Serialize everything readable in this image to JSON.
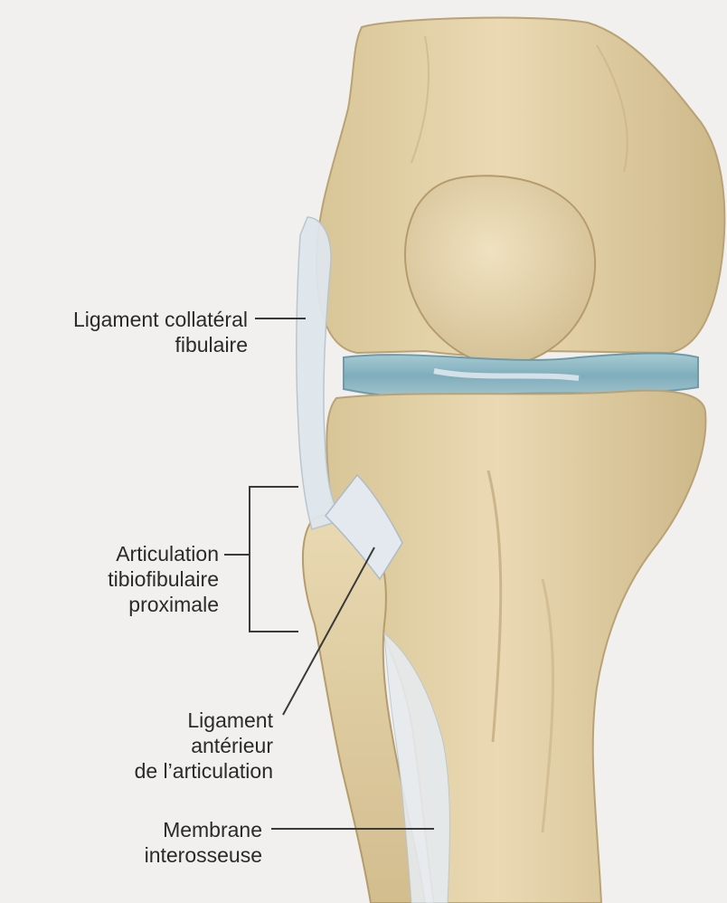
{
  "labels": {
    "fibular_collateral": [
      "Ligament collatéral",
      "fibulaire"
    ],
    "tibiofibular_joint": [
      "Articulation",
      "tibiofibulaire",
      "proximale"
    ],
    "anterior_ligament": [
      "Ligament",
      "antérieur",
      "de l’articulation"
    ],
    "interosseous_membrane": [
      "Membrane",
      "interosseuse"
    ]
  },
  "colors": {
    "bone": "#e3d3ac",
    "bone_shadow": "#c9b487",
    "ligament": "#dfe5ea",
    "meniscus": "#8bb5c2",
    "text": "#2a2a2a",
    "leader": "#3a3a3a",
    "background": "#f1f0ee"
  }
}
